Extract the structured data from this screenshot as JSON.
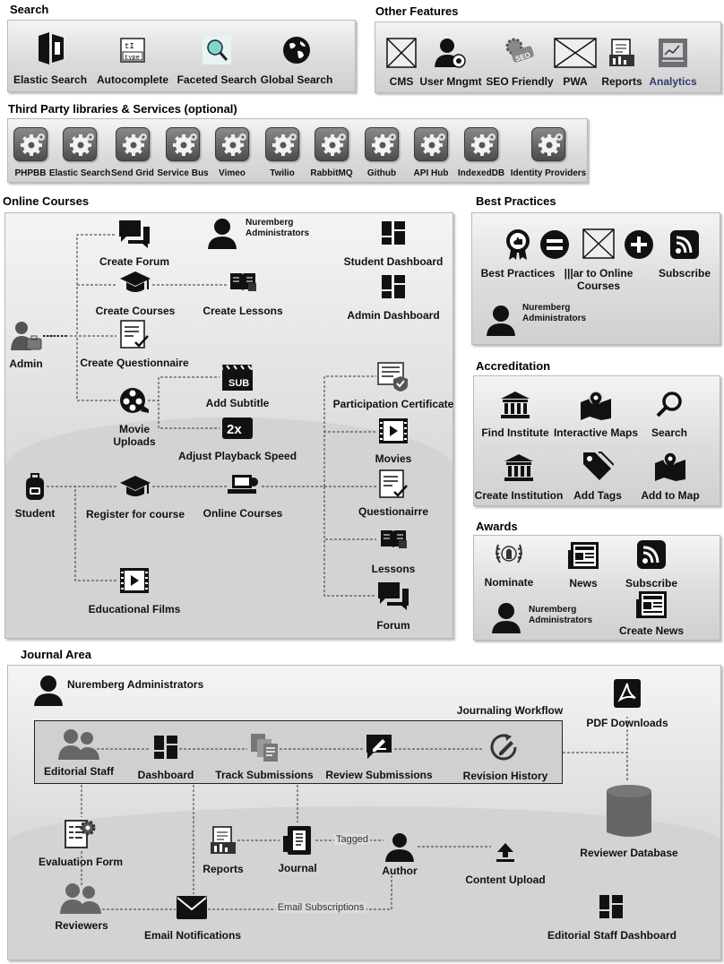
{
  "sections": {
    "search": "Search",
    "other": "Other Features",
    "third": "Third Party libraries & Services (optional)",
    "courses": "Online Courses",
    "best": "Best Practices",
    "accreditation": "Accreditation",
    "awards": "Awards",
    "journal": "Journal Area"
  },
  "search_items": [
    "Elastic Search",
    "Autocomplete",
    "Faceted Search",
    "Global Search"
  ],
  "other_items": [
    "CMS",
    "User Mngmt",
    "SEO Friendly",
    "PWA",
    "Reports",
    "Analytics"
  ],
  "third_items": [
    "PHPBB",
    "Elastic Search",
    "Send Grid",
    "Service Bus",
    "Vimeo",
    "Twilio",
    "RabbitMQ",
    "Github",
    "API Hub",
    "IndexedDB",
    "Identity Providers"
  ],
  "courses": {
    "create_forum": "Create Forum",
    "nuremberg_admins": "Nuremberg\nAdministrators",
    "student_dashboard": "Student Dashboard",
    "create_courses": "Create Courses",
    "create_lessons": "Create Lessons",
    "admin_dashboard": "Admin Dashboard",
    "admin": "Admin",
    "create_questionnaire": "Create Questionnaire",
    "add_subtitle": "Add Subtitle",
    "participation_certificate": "Participation Certificate",
    "movie_uploads": "Movie\nUploads",
    "adjust_speed": "Adjust Playback Speed",
    "movies": "Movies",
    "student": "Student",
    "register": "Register for course",
    "online_courses": "Online Courses",
    "questionnaire": "Questionairre",
    "lessons": "Lessons",
    "educational_films": "Educational Films",
    "forum": "Forum",
    "sub_badge": "SUB",
    "speed_badge": "2x"
  },
  "best": {
    "best_practices": "Best Practices",
    "similar": "|||ar to Online\nCourses",
    "subscribe": "Subscribe",
    "admins": "Nuremberg\nAdministrators"
  },
  "accreditation": {
    "find_institute": "Find Institute",
    "interactive_maps": "Interactive Maps",
    "search": "Search",
    "create_institution": "Create Institution",
    "add_tags": "Add Tags",
    "add_to_map": "Add to Map"
  },
  "awards": {
    "nominate": "Nominate",
    "news": "News",
    "subscribe": "Subscribe",
    "admins": "Nuremberg\nAdministrators",
    "create_news": "Create News"
  },
  "journal": {
    "admins": "Nuremberg Administrators",
    "workflow": "Journaling Workflow",
    "editorial_staff": "Editorial Staff",
    "dashboard": "Dashboard",
    "track": "Track Submissions",
    "review": "Review Submissions",
    "revision": "Revision History",
    "pdf": "PDF Downloads",
    "reviewer_db": "Reviewer Database",
    "evaluation": "Evaluation Form",
    "reports": "Reports",
    "journal": "Journal",
    "tagged": "Tagged",
    "author": "Author",
    "content_upload": "Content Upload",
    "reviewers": "Reviewers",
    "email_notifications": "Email Notifications",
    "email_subscriptions": "Email Subscriptions",
    "editorial_dashboard": "Editorial Staff Dashboard"
  },
  "colors": {
    "panel": "#dcdcdc",
    "analytics_text": "#2c3e66",
    "edge": "#333333"
  }
}
